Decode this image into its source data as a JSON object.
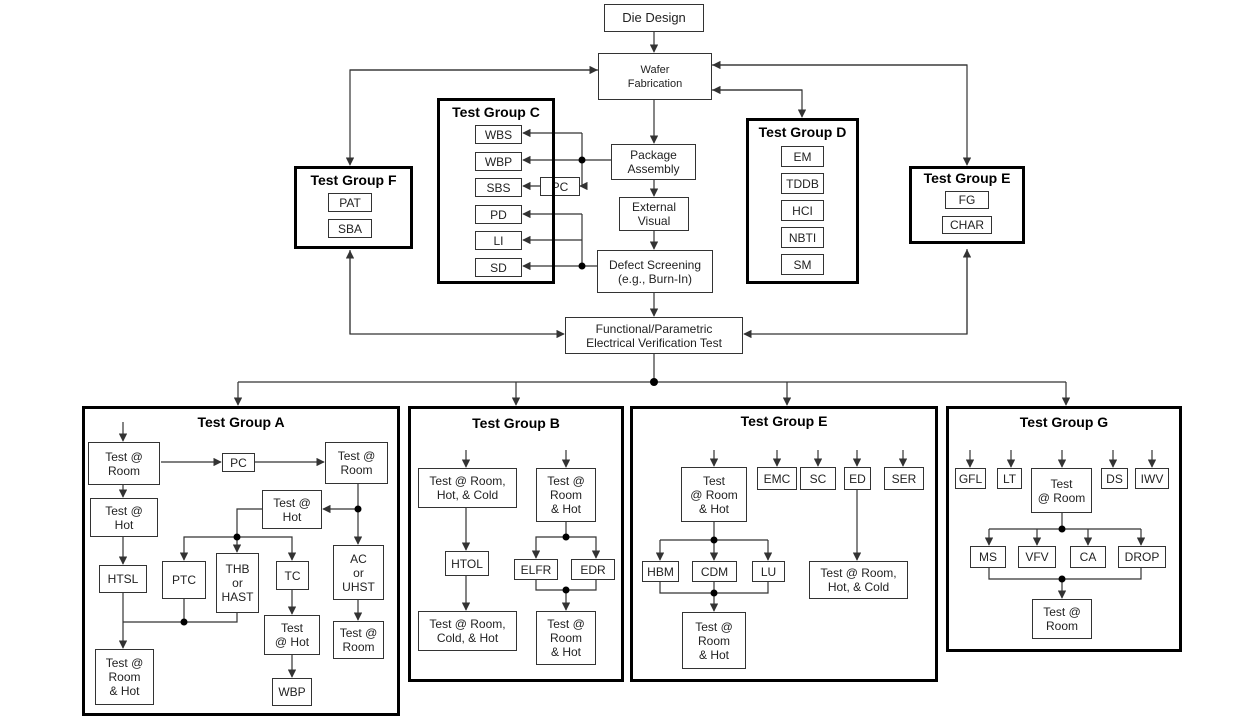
{
  "colors": {
    "line": "#333333",
    "group_border": "#000000",
    "box_border": "#333333"
  },
  "flow": {
    "die_design": "Die Design",
    "wafer_fab": "Wafer\nFabrication",
    "package_assembly": "Package\nAssembly",
    "external_visual": "External\nVisual",
    "defect_screening": "Defect Screening\n(e.g., Burn-In)",
    "func_param": "Functional/Parametric\nElectrical Verification Test",
    "pc": "PC"
  },
  "group_c": {
    "title": "Test Group C",
    "items": [
      "WBS",
      "WBP",
      "SBS",
      "PD",
      "LI",
      "SD"
    ]
  },
  "group_d": {
    "title": "Test Group D",
    "items": [
      "EM",
      "TDDB",
      "HCI",
      "NBTI",
      "SM"
    ]
  },
  "group_f": {
    "title": "Test Group F",
    "items": [
      "PAT",
      "SBA"
    ]
  },
  "group_e_top": {
    "title": "Test Group E",
    "items": [
      "FG",
      "CHAR"
    ]
  },
  "group_a": {
    "title": "Test Group A",
    "test_room_1": "Test @\nRoom",
    "pc": "PC",
    "test_room_2": "Test @\nRoom",
    "test_hot_1": "Test @\nHot",
    "test_hot_2": "Test @\nHot",
    "htsl": "HTSL",
    "ptc": "PTC",
    "thb": "THB\nor\nHAST",
    "tc": "TC",
    "ac": "AC\nor\nUHST",
    "test_hot_3": "Test\n@ Hot",
    "test_room_3": "Test @\nRoom",
    "test_room_hot": "Test @\nRoom\n& Hot",
    "wbp": "WBP"
  },
  "group_b": {
    "title": "Test Group B",
    "test_rhc": "Test @ Room,\nHot, & Cold",
    "htol": "HTOL",
    "test_rch": "Test @ Room,\nCold, & Hot",
    "test_rh": "Test @\nRoom\n& Hot",
    "elfr": "ELFR",
    "edr": "EDR",
    "test_rh2": "Test @\nRoom\n& Hot"
  },
  "group_e": {
    "title": "Test Group E",
    "test_rh": "Test\n@ Room\n& Hot",
    "emc": "EMC",
    "sc": "SC",
    "ed": "ED",
    "ser": "SER",
    "hbm": "HBM",
    "cdm": "CDM",
    "lu": "LU",
    "test_rh2": "Test @\nRoom\n& Hot",
    "test_rhc": "Test @ Room,\nHot, & Cold"
  },
  "group_g": {
    "title": "Test Group G",
    "gfl": "GFL",
    "lt": "LT",
    "test_room": "Test\n@ Room",
    "ds": "DS",
    "iwv": "IWV",
    "ms": "MS",
    "vfv": "VFV",
    "ca": "CA",
    "drop": "DROP",
    "test_room2": "Test @\nRoom"
  }
}
